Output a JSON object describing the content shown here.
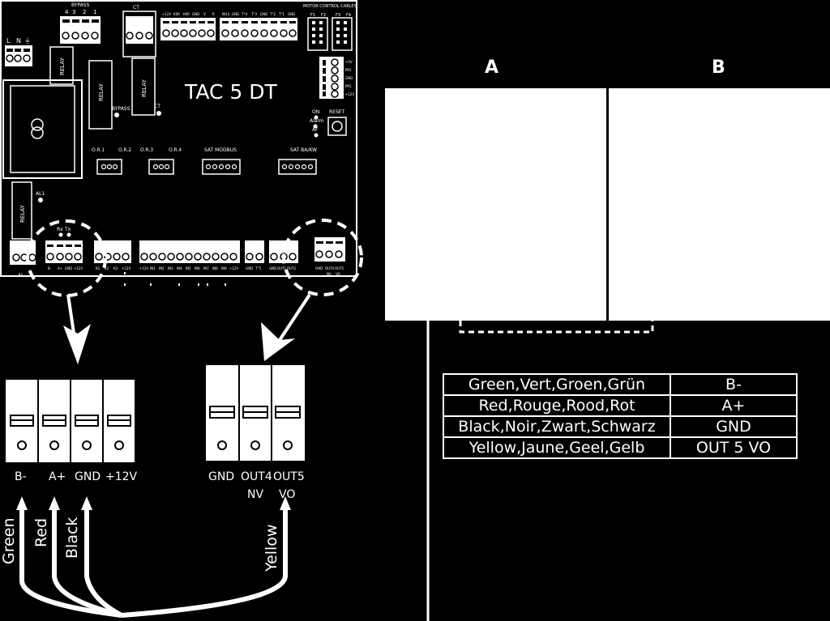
{
  "board": {
    "title": "TAC 5 DT",
    "labels": {
      "power_l": "L",
      "power_n": "N",
      "power_earth": "⏚",
      "bypass": "BYPASS",
      "bypass_numbers": [
        "4",
        "3",
        "2",
        "1"
      ],
      "ct": "CT",
      "top_terminals": [
        "+12V",
        "K0R",
        "K0R",
        "GND",
        "V",
        "R",
        "IN10",
        "GND",
        "T°4",
        "T°3",
        "GND",
        "T°2",
        "T°1",
        "GND"
      ],
      "motor_control_cables": "MOTOR CONTROL CABLES",
      "f1": "F1",
      "f2": "F2",
      "f3": "F3",
      "f4": "F4",
      "relay": "RELAY",
      "bypass_small": "BYPASS",
      "ct_small": "CT",
      "on": "ON",
      "alarm": "Alarm",
      "af": "AF",
      "reset": "RESET",
      "right_terminals": [
        "+5V",
        "PR1",
        "GND",
        "PR1",
        "+12V"
      ],
      "or_labels": [
        "O.R.1",
        "O.R.2",
        "O.R.3",
        "O.R.4"
      ],
      "sat_modbus": "SAT MODBUS",
      "sat_ba_kw": "SAT BA/KW",
      "al1": "AL1",
      "al": "AL",
      "rx": "Rx",
      "tx": "Tx",
      "bottom_left_terminals": [
        "B-",
        "A+",
        "GND",
        "+12V"
      ],
      "bottom_mid_terminals": [
        "K1",
        "K2",
        "K3",
        "+12V"
      ],
      "bottom_in_terminals": [
        "+12V",
        "IN1",
        "IN2",
        "IN3",
        "IN4",
        "IN5",
        "IN6",
        "IN7",
        "IN8",
        "IN9",
        "+12V"
      ],
      "bottom_tf_terminals": [
        "GND",
        "T°5"
      ],
      "bottom_out_terminals": [
        "GND",
        "OUT1",
        "OUT2"
      ],
      "bottom_right_terminals": [
        "GND",
        "OUT4",
        "OUT5"
      ],
      "bottom_right_sub": [
        "NV",
        "VO"
      ]
    }
  },
  "zoom_left": {
    "terminals": [
      "B-",
      "A+",
      "GND",
      "+12V"
    ]
  },
  "zoom_right": {
    "terminals": [
      "GND",
      "OUT4",
      "OUT5"
    ],
    "sub": [
      "NV",
      "VO"
    ]
  },
  "wires": [
    "Green",
    "Red",
    "Black",
    "Yellow"
  ],
  "device": {
    "label_a": "A",
    "label_b": "B"
  },
  "legend": {
    "rows": [
      {
        "colors": "Green,Vert,Groen,Grün",
        "terminal": "B-"
      },
      {
        "colors": "Red,Rouge,Rood,Rot",
        "terminal": "A+"
      },
      {
        "colors": "Black,Noir,Zwart,Schwarz",
        "terminal": "GND"
      },
      {
        "colors": "Yellow,Jaune,Geel,Gelb",
        "terminal": "OUT 5 VO"
      }
    ]
  }
}
